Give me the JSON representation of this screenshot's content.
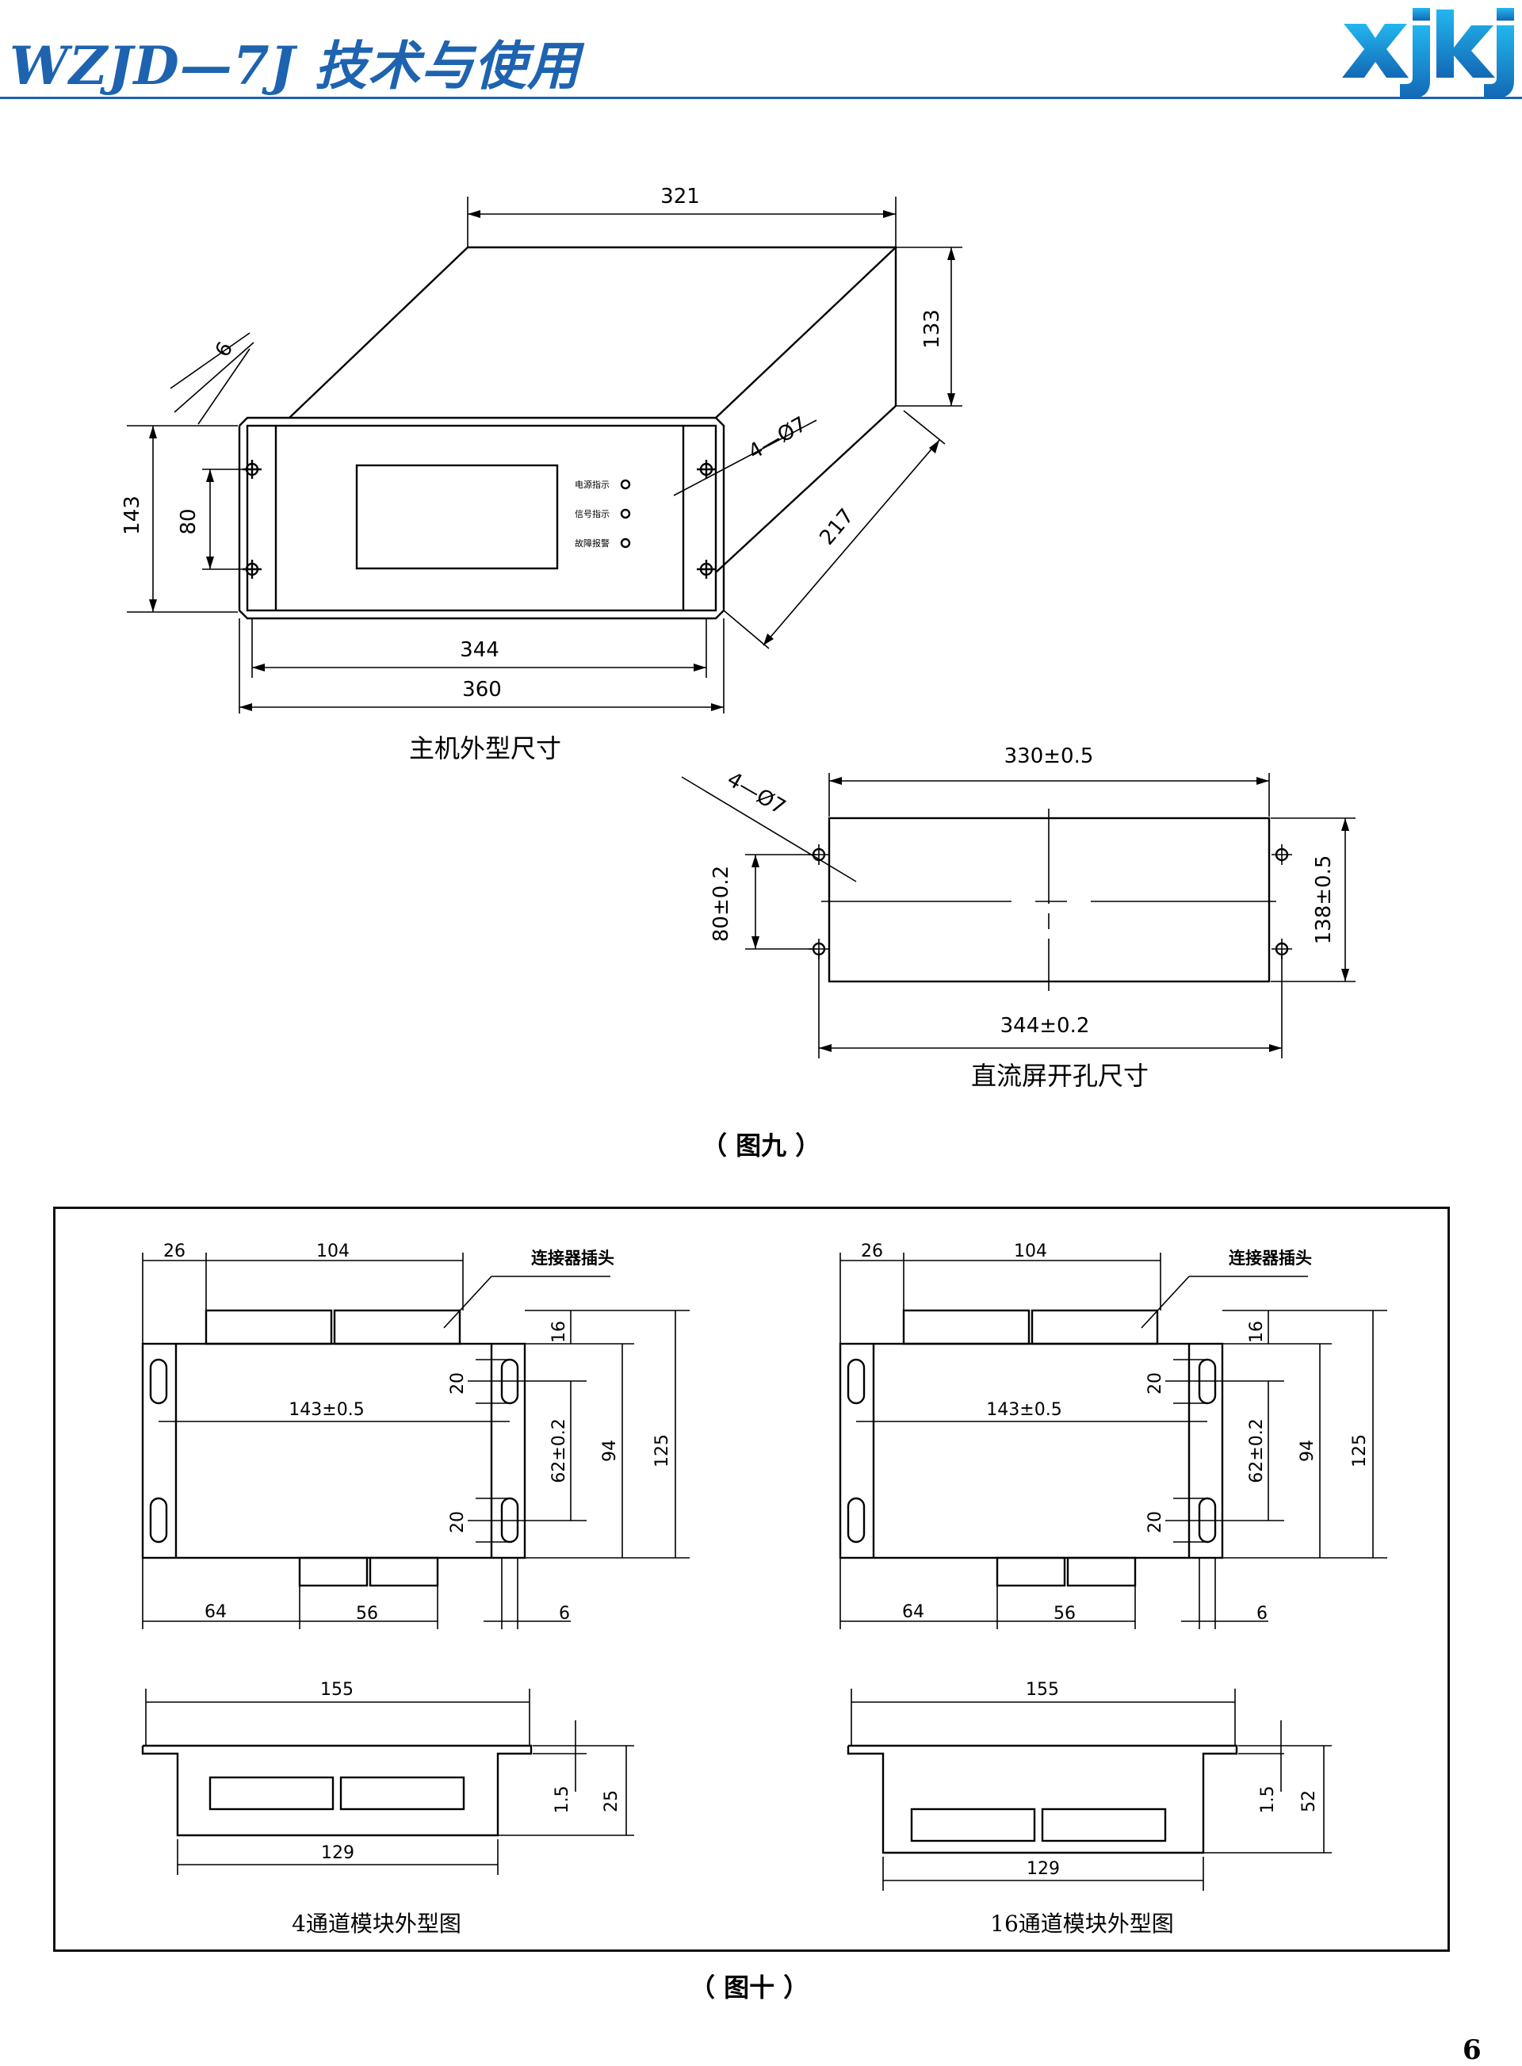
{
  "header": {
    "title": "WZJD—7J 技术与使用",
    "logo_text": "xjkj"
  },
  "figure9": {
    "caption": "（ 图九 ）",
    "main_unit": {
      "label": "主机外型尺寸",
      "dims": {
        "top_width": "321",
        "height_back": "133",
        "flange": "6",
        "hole_spec": "4—Ø7",
        "depth": "217",
        "height_total": "143",
        "hole_spacing": "80",
        "inner_width": "344",
        "outer_width": "360"
      },
      "indicators": [
        "电源指示",
        "信号指示",
        "故障报警"
      ]
    },
    "cutout": {
      "label": "直流屏开孔尺寸",
      "dims": {
        "width": "330±0.5",
        "hole_spec": "4—Ø7",
        "hole_spacing": "80±0.2",
        "height": "138±0.5",
        "hole_pitch": "344±0.2"
      }
    }
  },
  "figure10": {
    "caption": "（ 图十 ）",
    "modules": [
      {
        "label": "4通道模块外型图",
        "connector_label": "连接器插头",
        "dims": {
          "left": "26",
          "top_conn": "104",
          "conn_h": "16",
          "slot": "20",
          "inner": "143±0.5",
          "mid": "62±0.2",
          "body": "94",
          "total": "125",
          "bottom_left": "64",
          "bottom_conn": "56",
          "edge": "6",
          "side_width": "155",
          "plate": "1.5",
          "depth": "25",
          "base": "129"
        }
      },
      {
        "label": "16通道模块外型图",
        "connector_label": "连接器插头",
        "dims": {
          "left": "26",
          "top_conn": "104",
          "conn_h": "16",
          "slot": "20",
          "inner": "143±0.5",
          "mid": "62±0.2",
          "body": "94",
          "total": "125",
          "bottom_left": "64",
          "bottom_conn": "56",
          "edge": "6",
          "side_width": "155",
          "plate": "1.5",
          "depth": "52",
          "base": "129"
        }
      }
    ]
  },
  "page_number": "6",
  "colors": {
    "brand_blue": "#1e63b0",
    "logo_cyan": "#1aa3e0",
    "ink": "#000000"
  }
}
